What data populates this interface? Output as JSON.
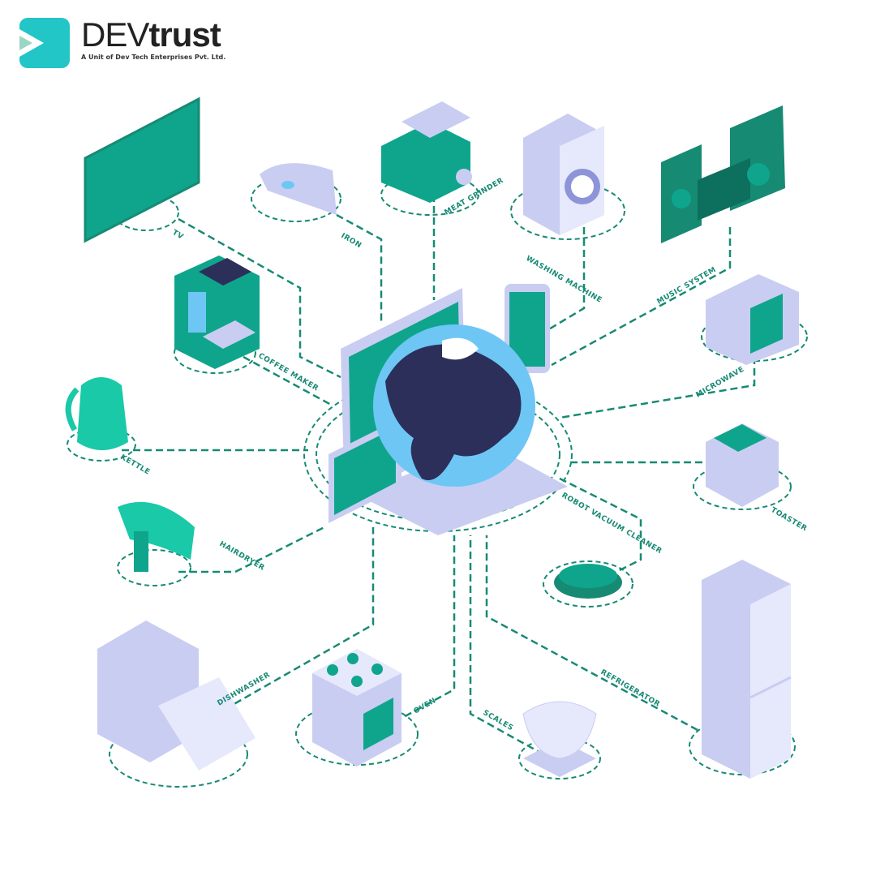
{
  "logo": {
    "brand_light": "DEV",
    "brand_bold": "trust",
    "tagline": "A Unit of Dev Tech Enterprises Pvt. Ltd."
  },
  "colors": {
    "teal": "#0fa58d",
    "dark_teal": "#178a74",
    "lavender": "#c9cdf2",
    "globe_ocean": "#6ec6f5",
    "globe_land": "#2c2f5a"
  },
  "devices": [
    {
      "id": "tv",
      "label": "TV"
    },
    {
      "id": "iron",
      "label": "IRON"
    },
    {
      "id": "meat-grinder",
      "label": "MEAT GRINDER"
    },
    {
      "id": "washing-machine",
      "label": "WASHING MACHINE"
    },
    {
      "id": "music-system",
      "label": "MUSIC SYSTEM"
    },
    {
      "id": "coffee-maker",
      "label": "COFFEE MAKER"
    },
    {
      "id": "microwave",
      "label": "MICROWAVE"
    },
    {
      "id": "kettle",
      "label": "KETTLE"
    },
    {
      "id": "toaster",
      "label": "TOASTER"
    },
    {
      "id": "hairdryer",
      "label": "HAIRDRYER"
    },
    {
      "id": "robot-vacuum",
      "label": "ROBOT VACUUM CLEANER"
    },
    {
      "id": "dishwasher",
      "label": "DISHWASHER"
    },
    {
      "id": "oven",
      "label": "OVEN"
    },
    {
      "id": "scales",
      "label": "SCALES"
    },
    {
      "id": "refrigerator",
      "label": "REFRIGERATOR"
    }
  ]
}
